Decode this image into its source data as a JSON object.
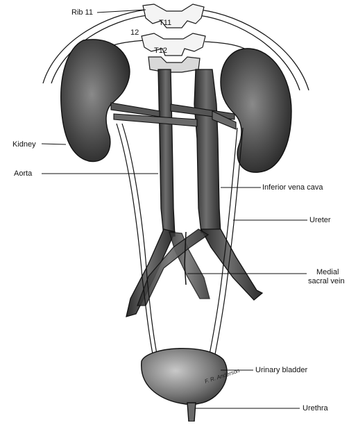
{
  "labels": {
    "rib11": "Rib 11",
    "rib12": "12",
    "t11": "T11",
    "t12": "T12",
    "kidney": "Kidney",
    "aorta": "Aorta",
    "ivc": "Inferior vena cava",
    "ureter": "Ureter",
    "medial_sacral_vein_1": "Medial",
    "medial_sacral_vein_2": "sacral vein",
    "urinary_bladder": "Urinary bladder",
    "urethra": "Urethra"
  },
  "signature": "F. R. Anderson",
  "colors": {
    "ink": "#1a1a1a",
    "shade_dark": "#3a3a3a",
    "shade_mid": "#7a7a7a",
    "shade_light": "#b5b5b5",
    "bone": "#f2f2f2"
  }
}
